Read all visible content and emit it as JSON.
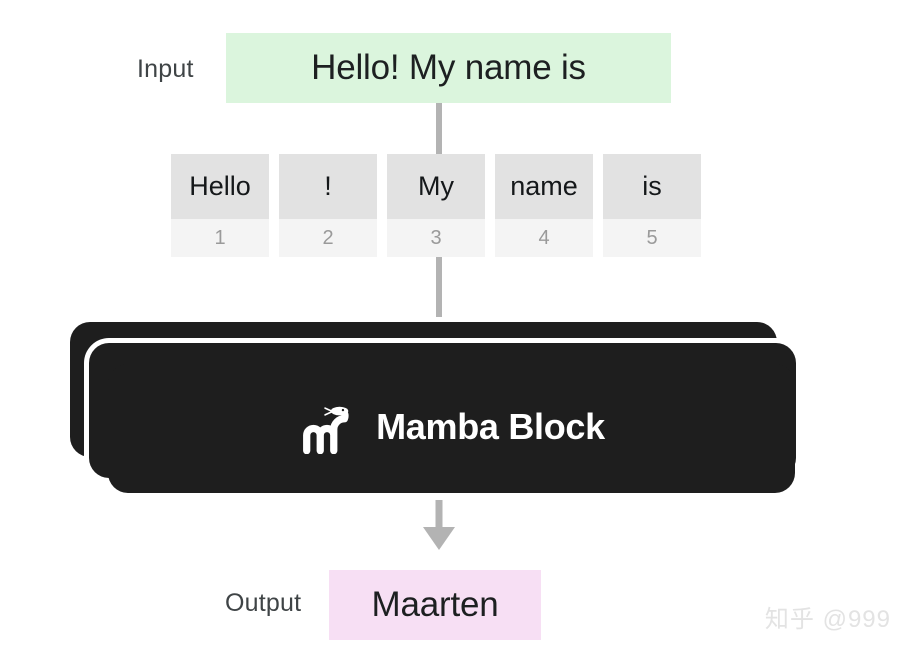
{
  "diagram": {
    "input": {
      "label": "Input",
      "text": "Hello! My name is",
      "bg_color": "#dbf5dd"
    },
    "tokens": [
      {
        "word": "Hello",
        "index": "1"
      },
      {
        "word": "!",
        "index": "2"
      },
      {
        "word": "My",
        "index": "3"
      },
      {
        "word": "name",
        "index": "4"
      },
      {
        "word": "is",
        "index": "5"
      }
    ],
    "token_colors": {
      "word_bg": "#e2e2e2",
      "index_bg": "#f4f4f4",
      "index_text": "#9a9a9a"
    },
    "block": {
      "title": "Mamba Block",
      "logo_icon": "mamba-snake-icon",
      "card_count": 3,
      "bg_color": "#1e1e1e",
      "text_color": "#ffffff"
    },
    "connectors": {
      "line_color": "#b3b3b3",
      "arrow_icon": "down-arrow-icon"
    },
    "output": {
      "label": "Output",
      "text": "Maarten",
      "bg_color": "#f7dff4"
    },
    "watermark": "知乎 @999"
  }
}
